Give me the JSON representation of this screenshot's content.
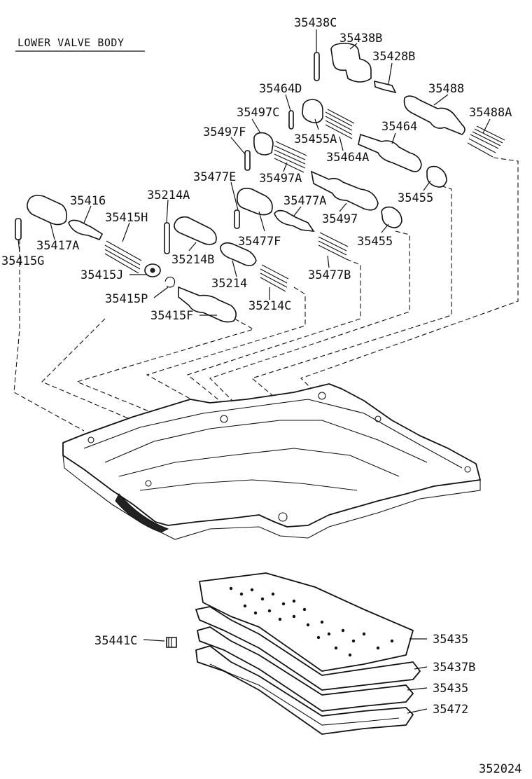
{
  "title": "LOWER VALVE BODY",
  "figure_id": "352024",
  "labels": {
    "p35438C": "35438C",
    "p35438B": "35438B",
    "p35428B": "35428B",
    "p35464D": "35464D",
    "p35488": "35488",
    "p35497C": "35497C",
    "p35488A": "35488A",
    "p35497F": "35497F",
    "p35455A": "35455A",
    "p35464": "35464",
    "p35464A": "35464A",
    "p35477E": "35477E",
    "p35497A": "35497A",
    "p35214A": "35214A",
    "p35455a": "35455",
    "p35416": "35416",
    "p35477A": "35477A",
    "p35415H": "35415H",
    "p35497": "35497",
    "p35477F": "35477F",
    "p35455b": "35455",
    "p35417A": "35417A",
    "p35214B": "35214B",
    "p35415G": "35415G",
    "p35415J": "35415J",
    "p35477B": "35477B",
    "p35214": "35214",
    "p35415P": "35415P",
    "p35214C": "35214C",
    "p35415F": "35415F",
    "p35435a": "35435",
    "p35441C": "35441C",
    "p35437B": "35437B",
    "p35435b": "35435",
    "p35472": "35472"
  }
}
